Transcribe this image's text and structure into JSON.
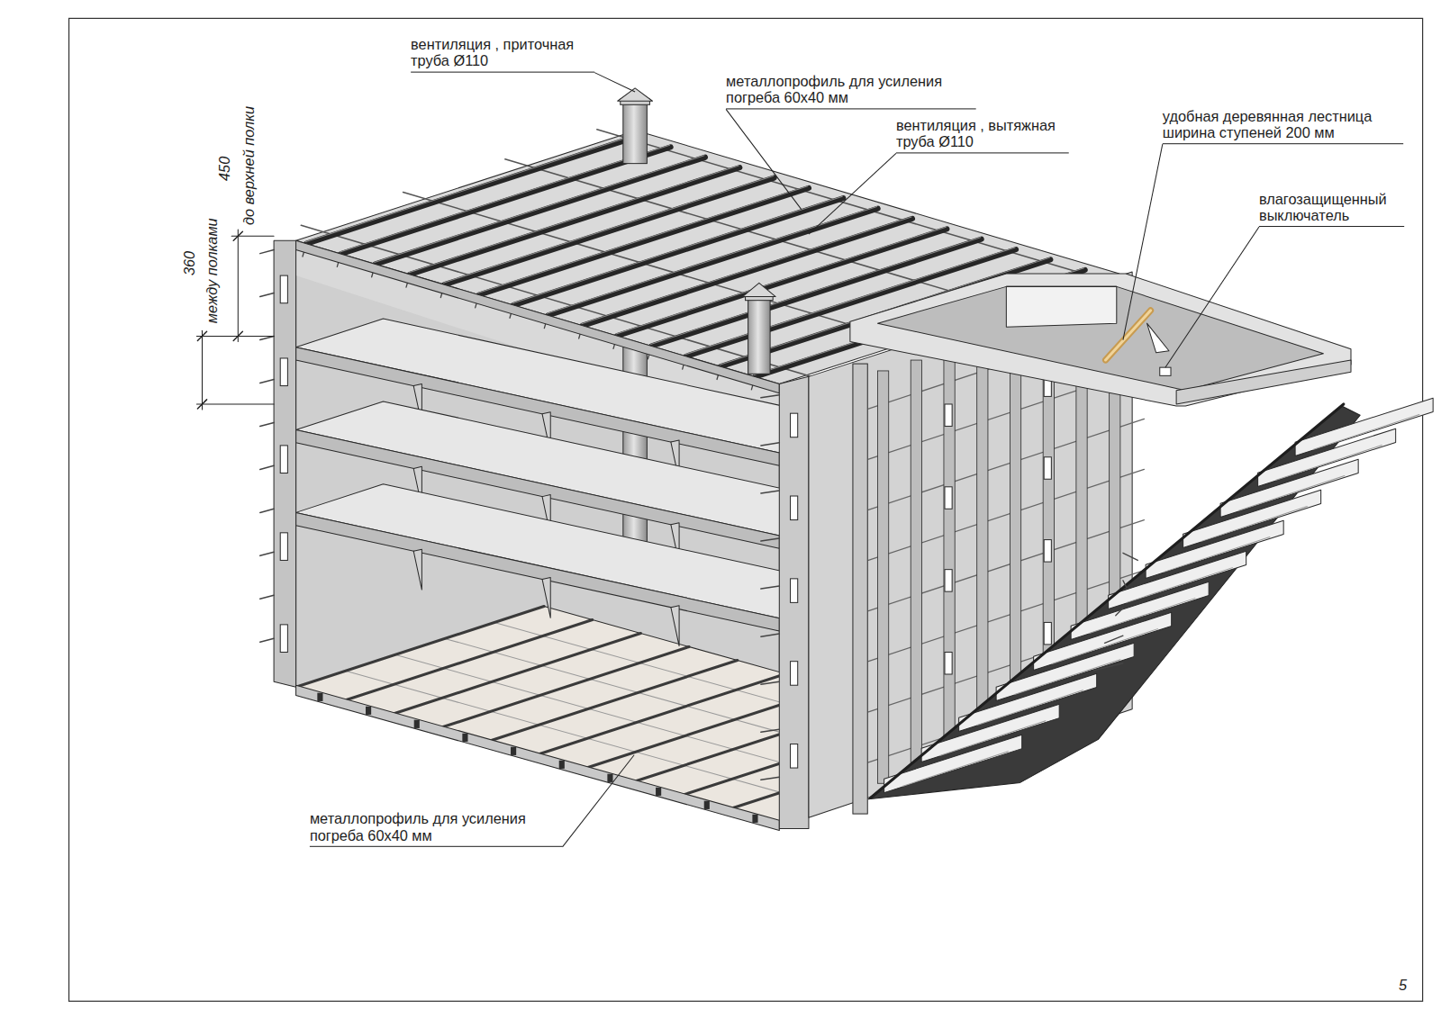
{
  "diagram": {
    "labels": [
      "вентиляция , приточная труба Ø110",
      "металлопрофиль для усиления погреба 60х40 мм",
      "вентиляция , вытяжная труба Ø110",
      "удобная деревянная лестница ширина ступеней 200 мм",
      "влагозащищенный выключатель",
      "металлопрофиль для усиления погреба 60х40 мм",
      "450",
      "до верхней полки",
      "360",
      "между полками",
      "5"
    ]
  }
}
